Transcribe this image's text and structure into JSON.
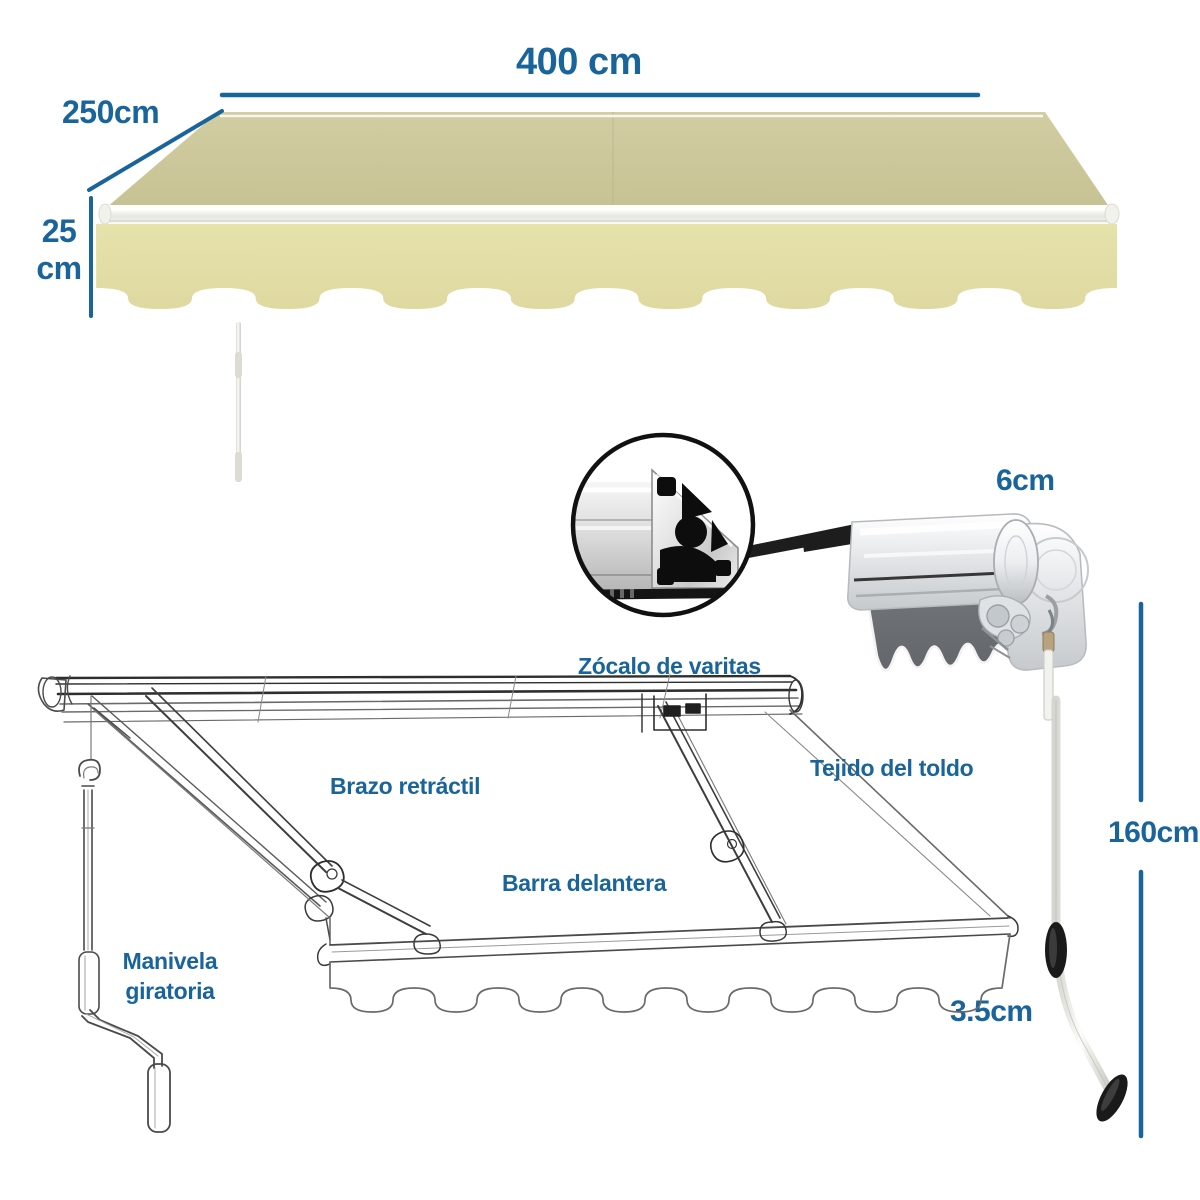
{
  "document": {
    "type": "product-dimension-diagram",
    "product": "toldo retráctil manual",
    "language": "es"
  },
  "colors": {
    "accent_blue": "#19659b",
    "fabric_top": "#cfcb9e",
    "fabric_valance": "#e3dfa8",
    "front_bar_white": "#f4f4f0",
    "line_art": "#4a4a4a",
    "render_grey": "#6e7276",
    "background": "#ffffff"
  },
  "dimensions": {
    "width": {
      "label": "400 cm",
      "value": 400,
      "unit": "cm",
      "name": "ancho-total"
    },
    "projection": {
      "label": "250cm",
      "value": 250,
      "unit": "cm",
      "name": "salida-proyeccion"
    },
    "valance_drop": {
      "label_line1": "25",
      "label_line2": "cm",
      "value": 25,
      "unit": "cm",
      "name": "caida-faldon"
    },
    "bar_thickness": {
      "label": "6cm",
      "value": 6,
      "unit": "cm",
      "name": "grosor-barra"
    },
    "height": {
      "label": "160cm",
      "value": 160,
      "unit": "cm",
      "name": "altura-manivela"
    },
    "crank_diameter": {
      "label": "3.5cm",
      "value": 3.5,
      "unit": "cm",
      "name": "diametro-manivela"
    }
  },
  "part_labels": {
    "valance_rail": "Zócalo de varitas",
    "fabric": "Tejido del toldo",
    "retractable_arm": "Brazo retráctil",
    "front_bar": "Barra delantera",
    "crank_line1": "Manivela",
    "crank_line2": "giratoria"
  },
  "insets": {
    "profile_detail": {
      "name": "aluminium-profile-cross-section",
      "description": "corte transversal de perfil de aluminio"
    }
  }
}
